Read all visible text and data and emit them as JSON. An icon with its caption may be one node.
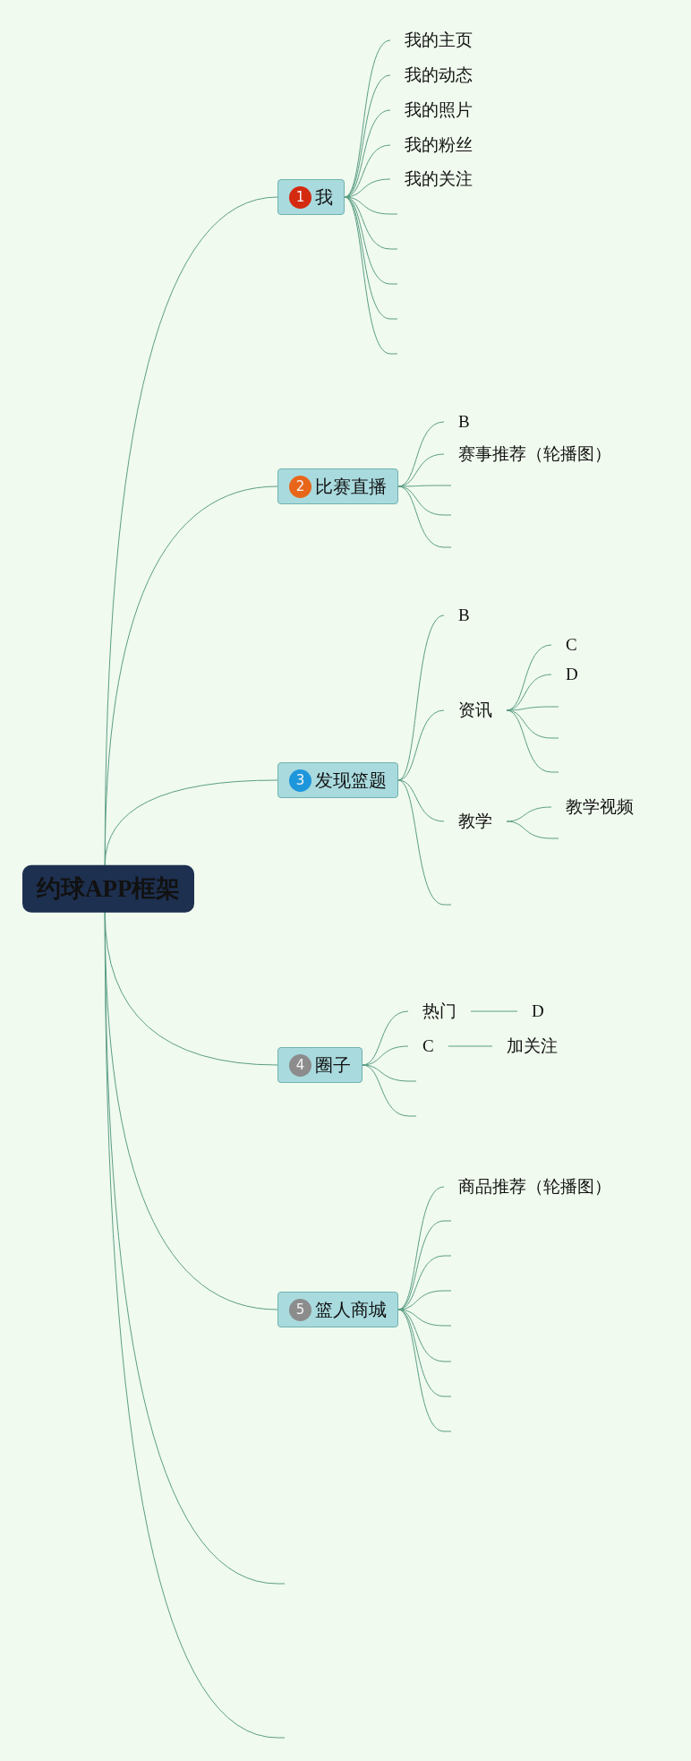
{
  "diagram": {
    "nodes": [
      {
        "text": [
          "约球APP框架"
        ]
      },
      {
        "text": [
          "1",
          "我"
        ]
      },
      {
        "text": [
          "我的主页"
        ]
      },
      {
        "text": [
          "我的动态"
        ]
      },
      {
        "text": [
          "我的照片"
        ]
      },
      {
        "text": [
          "我的粉丝"
        ]
      },
      {
        "text": [
          "我的关注"
        ]
      },
      {
        "text": [
          "2",
          "比赛直播"
        ]
      },
      {
        "text": [
          "B"
        ]
      },
      {
        "text": [
          "赛事推荐（轮播图）"
        ]
      },
      {
        "text": [
          "3",
          "发现篮题"
        ]
      },
      {
        "text": [
          "B"
        ]
      },
      {
        "text": [
          "资讯"
        ]
      },
      {
        "text": [
          "C"
        ]
      },
      {
        "text": [
          "D"
        ]
      },
      {
        "text": [
          "教学"
        ]
      },
      {
        "text": [
          "教学视频"
        ]
      },
      {
        "text": [
          "4",
          "圈子"
        ]
      },
      {
        "text": [
          "热门"
        ]
      },
      {
        "text": [
          "D"
        ]
      },
      {
        "text": [
          "C"
        ]
      },
      {
        "text": [
          "加关注"
        ]
      },
      {
        "text": [
          "5",
          "篮人商城"
        ]
      },
      {
        "text": [
          "商品推荐（轮播图）"
        ]
      },
      {
        "text": [],
        "shape": "line"
      },
      {
        "text": [],
        "shape": "line"
      },
      {
        "text": [],
        "shape": "line"
      },
      {
        "text": [],
        "shape": "line"
      },
      {
        "text": [],
        "shape": "line"
      },
      {
        "text": [],
        "shape": "line"
      },
      {
        "text": [],
        "shape": "line"
      },
      {
        "text": [],
        "shape": "line"
      },
      {
        "text": [],
        "shape": "line"
      },
      {
        "text": [],
        "shape": "line"
      },
      {
        "text": [],
        "shape": "line"
      },
      {
        "text": [],
        "shape": "line"
      },
      {
        "text": [],
        "shape": "line"
      },
      {
        "text": [],
        "shape": "line"
      },
      {
        "text": [],
        "shape": "line"
      },
      {
        "text": [],
        "shape": "line"
      },
      {
        "text": [],
        "shape": "line"
      },
      {
        "text": [],
        "shape": "line"
      },
      {
        "text": [],
        "shape": "line"
      },
      {
        "text": [],
        "shape": "line"
      },
      {
        "text": [],
        "shape": "line"
      },
      {
        "text": [],
        "shape": "line"
      },
      {
        "text": [],
        "shape": "line"
      },
      {
        "text": [],
        "shape": "line"
      }
    ],
    "edges": [
      {
        "from": 0,
        "to": 1,
        "arrow": "none"
      },
      {
        "from": 0,
        "to": 7,
        "arrow": "none"
      },
      {
        "from": 0,
        "to": 10,
        "arrow": "none"
      },
      {
        "from": 0,
        "to": 17,
        "arrow": "none"
      },
      {
        "from": 0,
        "to": 22,
        "arrow": "none"
      },
      {
        "from": 0,
        "to": 46,
        "arrow": "none"
      },
      {
        "from": 0,
        "to": 47,
        "arrow": "none"
      },
      {
        "from": 1,
        "to": 2,
        "arrow": "none"
      },
      {
        "from": 1,
        "to": 3,
        "arrow": "none"
      },
      {
        "from": 1,
        "to": 4,
        "arrow": "none"
      },
      {
        "from": 1,
        "to": 5,
        "arrow": "none"
      },
      {
        "from": 1,
        "to": 6,
        "arrow": "none"
      },
      {
        "from": 1,
        "to": 24,
        "arrow": "none"
      },
      {
        "from": 1,
        "to": 25,
        "arrow": "none"
      },
      {
        "from": 1,
        "to": 26,
        "arrow": "none"
      },
      {
        "from": 1,
        "to": 27,
        "arrow": "none"
      },
      {
        "from": 1,
        "to": 28,
        "arrow": "none"
      },
      {
        "from": 7,
        "to": 8,
        "arrow": "none"
      },
      {
        "from": 7,
        "to": 9,
        "arrow": "none"
      },
      {
        "from": 7,
        "to": 29,
        "arrow": "none"
      },
      {
        "from": 7,
        "to": 30,
        "arrow": "none"
      },
      {
        "from": 7,
        "to": 31,
        "arrow": "none"
      },
      {
        "from": 10,
        "to": 11,
        "arrow": "none"
      },
      {
        "from": 10,
        "to": 12,
        "arrow": "none"
      },
      {
        "from": 10,
        "to": 15,
        "arrow": "none"
      },
      {
        "from": 10,
        "to": 36,
        "arrow": "none"
      },
      {
        "from": 12,
        "to": 13,
        "arrow": "none"
      },
      {
        "from": 12,
        "to": 14,
        "arrow": "none"
      },
      {
        "from": 12,
        "to": 32,
        "arrow": "none"
      },
      {
        "from": 12,
        "to": 33,
        "arrow": "none"
      },
      {
        "from": 12,
        "to": 34,
        "arrow": "none"
      },
      {
        "from": 15,
        "to": 16,
        "arrow": "none"
      },
      {
        "from": 15,
        "to": 35,
        "arrow": "none"
      },
      {
        "from": 17,
        "to": 18,
        "arrow": "none"
      },
      {
        "from": 17,
        "to": 20,
        "arrow": "none"
      },
      {
        "from": 17,
        "to": 37,
        "arrow": "none"
      },
      {
        "from": 17,
        "to": 38,
        "arrow": "none"
      },
      {
        "from": 18,
        "to": 19,
        "arrow": "none"
      },
      {
        "from": 20,
        "to": 21,
        "arrow": "none"
      },
      {
        "from": 22,
        "to": 23,
        "arrow": "none"
      },
      {
        "from": 22,
        "to": 39,
        "arrow": "none"
      },
      {
        "from": 22,
        "to": 40,
        "arrow": "none"
      },
      {
        "from": 22,
        "to": 41,
        "arrow": "none"
      },
      {
        "from": 22,
        "to": 42,
        "arrow": "none"
      },
      {
        "from": 22,
        "to": 43,
        "arrow": "none"
      },
      {
        "from": 22,
        "to": 44,
        "arrow": "none"
      },
      {
        "from": 22,
        "to": 45,
        "arrow": "none"
      }
    ]
  }
}
